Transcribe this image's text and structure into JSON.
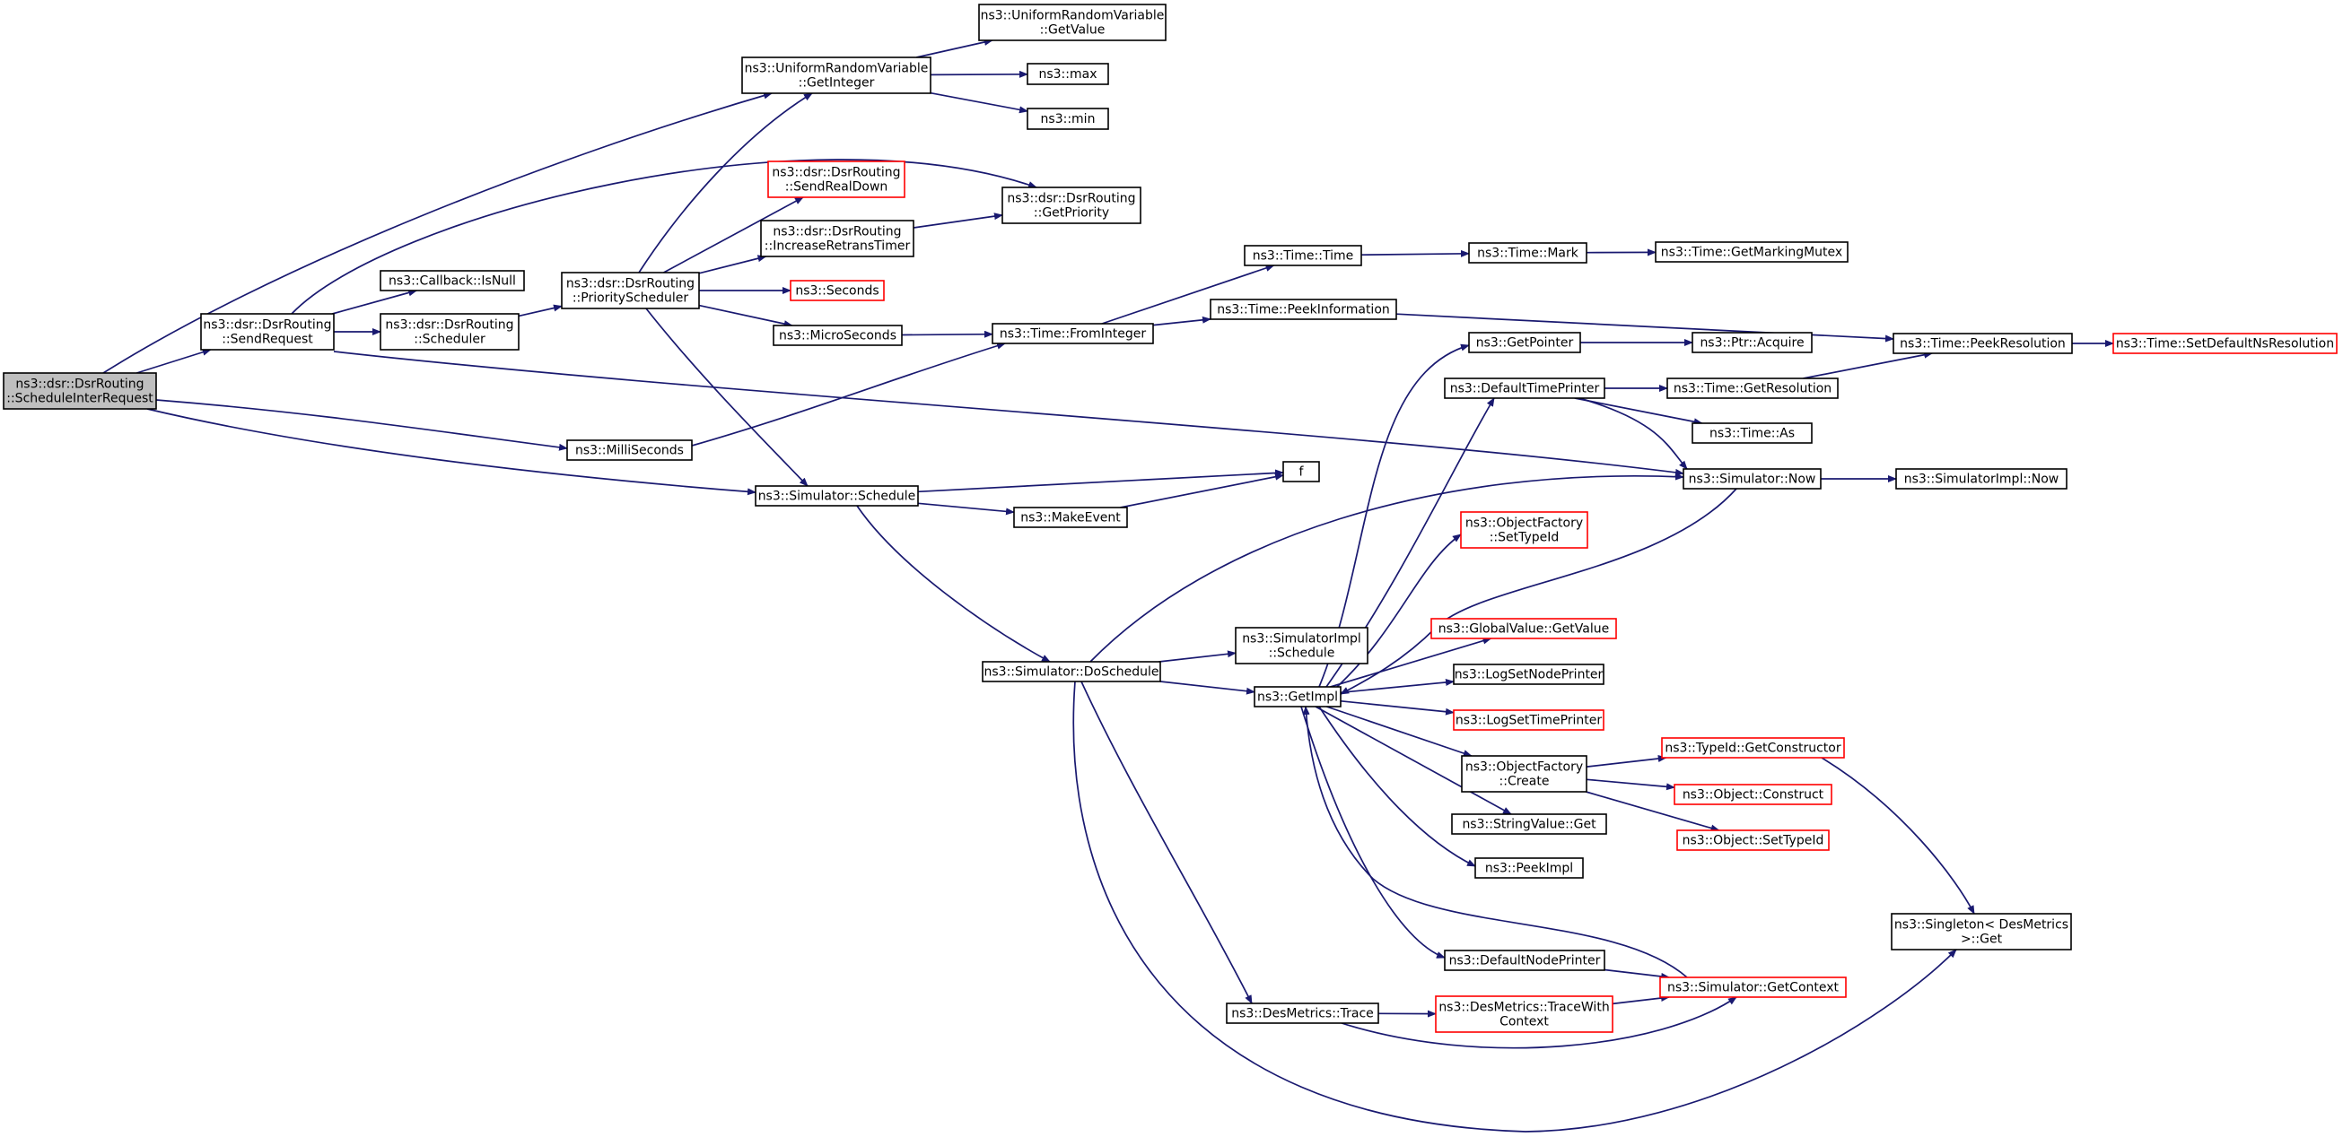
{
  "colors": {
    "edge": "#191970",
    "normal_border": "#000000",
    "truncated_border": "#ff0000",
    "root_fill": "#bfbfbf",
    "text": "#000000"
  },
  "nodes": [
    {
      "id": "root",
      "lines": [
        "ns3::dsr::DsrRouting",
        "::ScheduleInterRequest"
      ],
      "style": "root"
    },
    {
      "id": "sendrequest",
      "lines": [
        "ns3::dsr::DsrRouting",
        "::SendRequest"
      ],
      "style": "normal"
    },
    {
      "id": "milliseconds",
      "lines": [
        "ns3::MilliSeconds"
      ],
      "style": "normal"
    },
    {
      "id": "schedule",
      "lines": [
        "ns3::Simulator::Schedule"
      ],
      "style": "normal"
    },
    {
      "id": "urv_getinteger",
      "lines": [
        "ns3::UniformRandomVariable",
        "::GetInteger"
      ],
      "style": "normal"
    },
    {
      "id": "urv_getvalue",
      "lines": [
        "ns3::UniformRandomVariable",
        "::GetValue"
      ],
      "style": "normal"
    },
    {
      "id": "max",
      "lines": [
        "ns3::max"
      ],
      "style": "normal"
    },
    {
      "id": "min",
      "lines": [
        "ns3::min"
      ],
      "style": "normal"
    },
    {
      "id": "getpriority",
      "lines": [
        "ns3::dsr::DsrRouting",
        "::GetPriority"
      ],
      "style": "normal"
    },
    {
      "id": "sendrealdown",
      "lines": [
        "ns3::dsr::DsrRouting",
        "::SendRealDown"
      ],
      "style": "truncated"
    },
    {
      "id": "increaseretrans",
      "lines": [
        "ns3::dsr::DsrRouting",
        "::IncreaseRetransTimer"
      ],
      "style": "normal"
    },
    {
      "id": "seconds",
      "lines": [
        "ns3::Seconds"
      ],
      "style": "truncated"
    },
    {
      "id": "microseconds",
      "lines": [
        "ns3::MicroSeconds"
      ],
      "style": "normal"
    },
    {
      "id": "isnull",
      "lines": [
        "ns3::Callback::IsNull"
      ],
      "style": "normal"
    },
    {
      "id": "scheduler",
      "lines": [
        "ns3::dsr::DsrRouting",
        "::Scheduler"
      ],
      "style": "normal"
    },
    {
      "id": "priorityscheduler",
      "lines": [
        "ns3::dsr::DsrRouting",
        "::PriorityScheduler"
      ],
      "style": "normal"
    },
    {
      "id": "time_time",
      "lines": [
        "ns3::Time::Time"
      ],
      "style": "normal"
    },
    {
      "id": "time_mark",
      "lines": [
        "ns3::Time::Mark"
      ],
      "style": "normal"
    },
    {
      "id": "getmarkingmutex",
      "lines": [
        "ns3::Time::GetMarkingMutex"
      ],
      "style": "normal"
    },
    {
      "id": "peekinformation",
      "lines": [
        "ns3::Time::PeekInformation"
      ],
      "style": "normal"
    },
    {
      "id": "frominteger",
      "lines": [
        "ns3::Time::FromInteger"
      ],
      "style": "normal"
    },
    {
      "id": "peekresolution",
      "lines": [
        "ns3::Time::PeekResolution"
      ],
      "style": "normal"
    },
    {
      "id": "setdefaultns",
      "lines": [
        "ns3::Time::SetDefaultNsResolution"
      ],
      "style": "truncated"
    },
    {
      "id": "getpointer",
      "lines": [
        "ns3::GetPointer"
      ],
      "style": "normal"
    },
    {
      "id": "ptr_acquire",
      "lines": [
        "ns3::Ptr::Acquire"
      ],
      "style": "normal"
    },
    {
      "id": "defaulttimeprinter",
      "lines": [
        "ns3::DefaultTimePrinter"
      ],
      "style": "normal"
    },
    {
      "id": "getresolution",
      "lines": [
        "ns3::Time::GetResolution"
      ],
      "style": "normal"
    },
    {
      "id": "time_as",
      "lines": [
        "ns3::Time::As"
      ],
      "style": "normal"
    },
    {
      "id": "sim_now",
      "lines": [
        "ns3::Simulator::Now"
      ],
      "style": "normal"
    },
    {
      "id": "simimpl_now",
      "lines": [
        "ns3::SimulatorImpl::Now"
      ],
      "style": "normal"
    },
    {
      "id": "f",
      "lines": [
        "f"
      ],
      "style": "normal"
    },
    {
      "id": "makeevent",
      "lines": [
        "ns3::MakeEvent"
      ],
      "style": "normal"
    },
    {
      "id": "objfactory_settypeid",
      "lines": [
        "ns3::ObjectFactory",
        "::SetTypeId"
      ],
      "style": "truncated"
    },
    {
      "id": "globalvalue_getvalue",
      "lines": [
        "ns3::GlobalValue::GetValue"
      ],
      "style": "truncated"
    },
    {
      "id": "simimpl_schedule",
      "lines": [
        "ns3::SimulatorImpl",
        "::Schedule"
      ],
      "style": "normal"
    },
    {
      "id": "doschedule",
      "lines": [
        "ns3::Simulator::DoSchedule"
      ],
      "style": "normal"
    },
    {
      "id": "getimpl",
      "lines": [
        "ns3::GetImpl"
      ],
      "style": "normal"
    },
    {
      "id": "logsetnodeprinter",
      "lines": [
        "ns3::LogSetNodePrinter"
      ],
      "style": "normal"
    },
    {
      "id": "logsettimeprinter",
      "lines": [
        "ns3::LogSetTimePrinter"
      ],
      "style": "truncated"
    },
    {
      "id": "objfactory_create",
      "lines": [
        "ns3::ObjectFactory",
        "::Create"
      ],
      "style": "normal"
    },
    {
      "id": "typeid_getconstructor",
      "lines": [
        "ns3::TypeId::GetConstructor"
      ],
      "style": "truncated"
    },
    {
      "id": "object_construct",
      "lines": [
        "ns3::Object::Construct"
      ],
      "style": "truncated"
    },
    {
      "id": "object_settypeid",
      "lines": [
        "ns3::Object::SetTypeId"
      ],
      "style": "truncated"
    },
    {
      "id": "stringvalue_get",
      "lines": [
        "ns3::StringValue::Get"
      ],
      "style": "normal"
    },
    {
      "id": "peekimpl",
      "lines": [
        "ns3::PeekImpl"
      ],
      "style": "normal"
    },
    {
      "id": "singleton_get",
      "lines": [
        "ns3::Singleton< DesMetrics",
        ">::Get"
      ],
      "style": "normal"
    },
    {
      "id": "defaultnodeprinter",
      "lines": [
        "ns3::DefaultNodePrinter"
      ],
      "style": "normal"
    },
    {
      "id": "getcontext",
      "lines": [
        "ns3::Simulator::GetContext"
      ],
      "style": "truncated"
    },
    {
      "id": "desmetrics_trace",
      "lines": [
        "ns3::DesMetrics::Trace"
      ],
      "style": "normal"
    },
    {
      "id": "desmetrics_tracewithcontext",
      "lines": [
        "ns3::DesMetrics::TraceWith",
        "Context"
      ],
      "style": "truncated"
    }
  ],
  "edges": [
    [
      "root",
      "urv_getinteger"
    ],
    [
      "root",
      "sendrequest"
    ],
    [
      "root",
      "milliseconds"
    ],
    [
      "root",
      "schedule"
    ],
    [
      "sendrequest",
      "getpriority"
    ],
    [
      "sendrequest",
      "isnull"
    ],
    [
      "sendrequest",
      "scheduler"
    ],
    [
      "sendrequest",
      "sim_now"
    ],
    [
      "urv_getinteger",
      "urv_getvalue"
    ],
    [
      "urv_getinteger",
      "max"
    ],
    [
      "urv_getinteger",
      "min"
    ],
    [
      "scheduler",
      "priorityscheduler"
    ],
    [
      "priorityscheduler",
      "urv_getinteger"
    ],
    [
      "priorityscheduler",
      "sendrealdown"
    ],
    [
      "priorityscheduler",
      "increaseretrans"
    ],
    [
      "priorityscheduler",
      "seconds"
    ],
    [
      "priorityscheduler",
      "microseconds"
    ],
    [
      "priorityscheduler",
      "schedule"
    ],
    [
      "increaseretrans",
      "getpriority"
    ],
    [
      "microseconds",
      "frominteger"
    ],
    [
      "milliseconds",
      "frominteger"
    ],
    [
      "frominteger",
      "time_time"
    ],
    [
      "frominteger",
      "peekinformation"
    ],
    [
      "time_time",
      "time_mark"
    ],
    [
      "time_mark",
      "getmarkingmutex"
    ],
    [
      "peekinformation",
      "peekresolution"
    ],
    [
      "peekresolution",
      "setdefaultns"
    ],
    [
      "getpointer",
      "ptr_acquire"
    ],
    [
      "defaulttimeprinter",
      "getresolution"
    ],
    [
      "defaulttimeprinter",
      "time_as"
    ],
    [
      "defaulttimeprinter",
      "sim_now"
    ],
    [
      "getresolution",
      "peekresolution"
    ],
    [
      "sim_now",
      "simimpl_now"
    ],
    [
      "sim_now",
      "getimpl"
    ],
    [
      "schedule",
      "f"
    ],
    [
      "schedule",
      "makeevent"
    ],
    [
      "schedule",
      "doschedule"
    ],
    [
      "makeevent",
      "f"
    ],
    [
      "doschedule",
      "sim_now"
    ],
    [
      "doschedule",
      "simimpl_schedule"
    ],
    [
      "doschedule",
      "getimpl"
    ],
    [
      "doschedule",
      "desmetrics_trace"
    ],
    [
      "doschedule",
      "singleton_get"
    ],
    [
      "getimpl",
      "getpointer"
    ],
    [
      "getimpl",
      "defaulttimeprinter"
    ],
    [
      "getimpl",
      "objfactory_settypeid"
    ],
    [
      "getimpl",
      "globalvalue_getvalue"
    ],
    [
      "getimpl",
      "logsetnodeprinter"
    ],
    [
      "getimpl",
      "logsettimeprinter"
    ],
    [
      "getimpl",
      "objfactory_create"
    ],
    [
      "getimpl",
      "stringvalue_get"
    ],
    [
      "getimpl",
      "peekimpl"
    ],
    [
      "getimpl",
      "defaultnodeprinter"
    ],
    [
      "objfactory_create",
      "typeid_getconstructor"
    ],
    [
      "objfactory_create",
      "object_construct"
    ],
    [
      "objfactory_create",
      "object_settypeid"
    ],
    [
      "typeid_getconstructor",
      "singleton_get"
    ],
    [
      "defaultnodeprinter",
      "getcontext"
    ],
    [
      "getcontext",
      "getimpl"
    ],
    [
      "desmetrics_trace",
      "desmetrics_tracewithcontext"
    ],
    [
      "desmetrics_trace",
      "getcontext"
    ],
    [
      "desmetrics_tracewithcontext",
      "getcontext"
    ]
  ]
}
